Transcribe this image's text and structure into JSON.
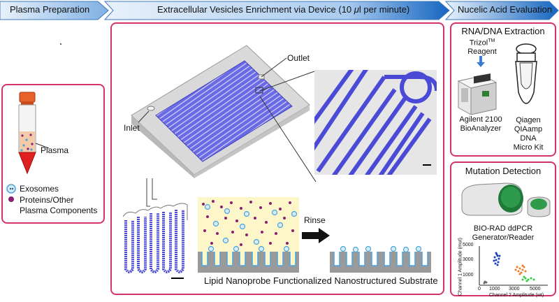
{
  "banner": {
    "step1": "Plasma Preparation",
    "step2_prefix": "Extracellular Vesicles Enrichment via Device (10 ",
    "step2_mu": "μ",
    "step2_suffix": "l per minute)",
    "step3": "Nucelic Acid Evaluation"
  },
  "left_panel": {
    "plasma_label": "Plasma",
    "legend_exosomes": "Exosomes",
    "legend_proteins_line1": "Proteins/Other",
    "legend_proteins_line2": "Plasma Components"
  },
  "center_panel": {
    "outlet_label": "Outlet",
    "inlet_label": "Inlet",
    "rinse_label": "Rinse",
    "substrate_caption": "Lipid Nanoprobe Functionalized Nanostructured Substrate"
  },
  "extraction_panel": {
    "title": "RNA/DNA Extraction",
    "trizol_line1": "Trizol",
    "trizol_tm": "TM",
    "trizol_line2": "Reagent",
    "agilent_line1": "Agilent 2100",
    "agilent_line2": "BioAnalyzer",
    "qiagen_line1": "Qiagen",
    "qiagen_line2": "QIAamp",
    "qiagen_line3": "DNA",
    "qiagen_line4": "Micro Kit"
  },
  "mutation_panel": {
    "title": "Mutation Detection",
    "device_line1": "BIO-RAD ddPCR",
    "device_line2": "Generator/Reader",
    "y_axis_label": "Channel 1 Amplitude (mut)",
    "x_axis_label": "Channel 2 Amplitude (wt)",
    "y_ticks": [
      "5000",
      "3000",
      "1000"
    ],
    "x_ticks": [
      "0",
      "1000",
      "3000",
      "5000"
    ]
  },
  "colors": {
    "panel_border": "#d6336c",
    "banner_fill": "#1565c0",
    "channel_blue": "#4a4ad6",
    "exosome_blue": "#4aa3df",
    "protein_purple": "#8b1e73"
  }
}
